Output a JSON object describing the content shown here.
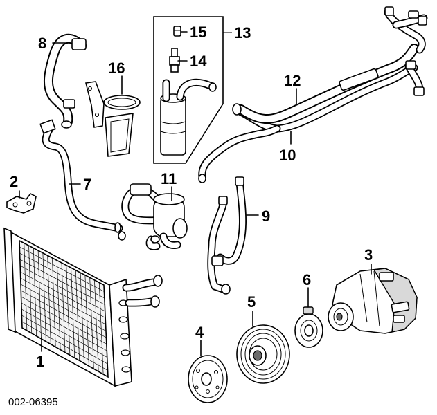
{
  "figure": {
    "document_number": "002-06395"
  },
  "callouts": [
    {
      "id": "1",
      "part": "condenser"
    },
    {
      "id": "2",
      "part": "bracket"
    },
    {
      "id": "3",
      "part": "compressor"
    },
    {
      "id": "4",
      "part": "clutch-hub"
    },
    {
      "id": "5",
      "part": "clutch-pulley"
    },
    {
      "id": "6",
      "part": "field-coil"
    },
    {
      "id": "7",
      "part": "condenser-line"
    },
    {
      "id": "8",
      "part": "discharge-hose"
    },
    {
      "id": "9",
      "part": "liquid-line"
    },
    {
      "id": "10",
      "part": "suction-line"
    },
    {
      "id": "11",
      "part": "manifold-line-assembly"
    },
    {
      "id": "12",
      "part": "suction-hose"
    },
    {
      "id": "13",
      "part": "accumulator-group"
    },
    {
      "id": "14",
      "part": "pressure-switch"
    },
    {
      "id": "15",
      "part": "cap"
    },
    {
      "id": "16",
      "part": "accumulator-bracket"
    }
  ]
}
